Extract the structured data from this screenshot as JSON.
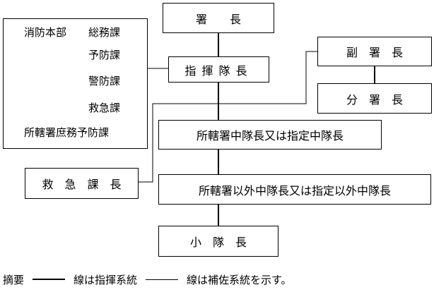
{
  "boxes": {
    "chief": "署　　長",
    "commander": "指揮隊長",
    "deputy": "副　署　長",
    "branch": "分　署　長",
    "jurisdiction_captain": "所轄署中隊長又は指定中隊長",
    "other_captain": "所轄署以外中隊長又は指定以外中隊長",
    "platoon": "小　隊　長",
    "ems_chief": "救　急　課　長"
  },
  "departments": [
    "消防本部",
    "総務課",
    "予防課",
    "警防課",
    "救急課",
    "所轄署庶務予防課"
  ],
  "legend": {
    "prefix": "摘要",
    "thick_text": "線は指揮系統",
    "thin_text": "線は補佐系統を示す。"
  },
  "colors": {
    "line": "#000000",
    "background": "#ffffff"
  }
}
